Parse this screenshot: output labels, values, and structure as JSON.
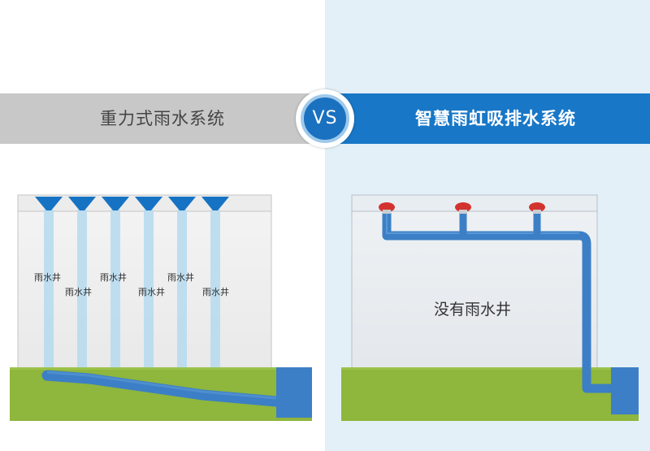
{
  "left_panel": {
    "title": "重力式雨水系统",
    "well_label": "雨水井",
    "colors": {
      "banner": "#c8c8c8",
      "pipe": "#3c7fc6",
      "ground": "#8fb63d",
      "funnel": "#1673c4"
    }
  },
  "vs_badge": {
    "text": "VS"
  },
  "right_panel": {
    "title": "智慧雨虹吸排水系统",
    "no_well_label": "没有雨水井",
    "colors": {
      "banner": "#1877c7",
      "pipe": "#3c7fc6",
      "ground": "#8fb63d",
      "drain": "#d3332f"
    }
  }
}
